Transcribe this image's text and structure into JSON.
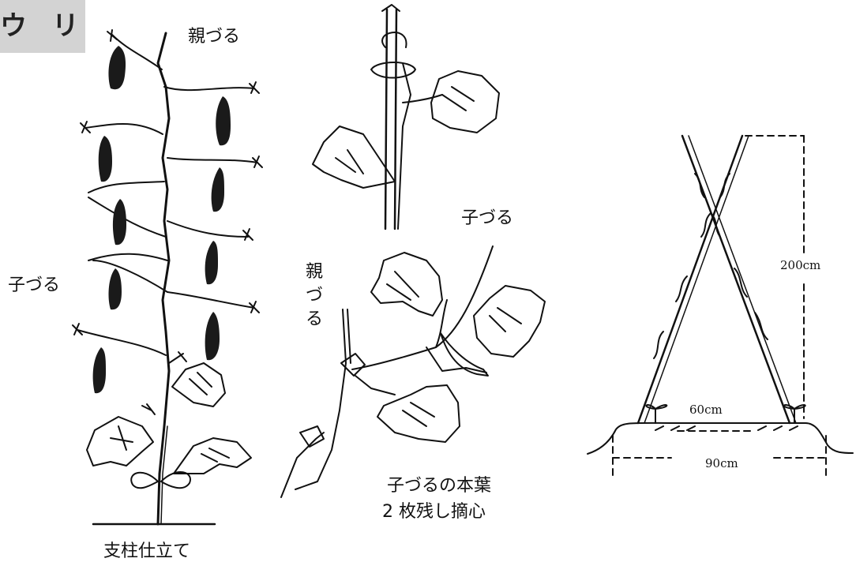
{
  "header": {
    "tab_text": "ウ リ"
  },
  "labels": {
    "oyazuru_top": "親づる",
    "kozuru_left": "子づる",
    "shichu_tate": "支柱仕立て",
    "kozuru_mid": "子づる",
    "oyazuru_vertical": [
      "親",
      "づ",
      "る"
    ],
    "tekishin_line1": "子づるの本葉",
    "tekishin_line2": "2 枚残し摘心"
  },
  "dimensions": {
    "height": "200cm",
    "inner_width": "60cm",
    "outer_width": "90cm"
  }
}
